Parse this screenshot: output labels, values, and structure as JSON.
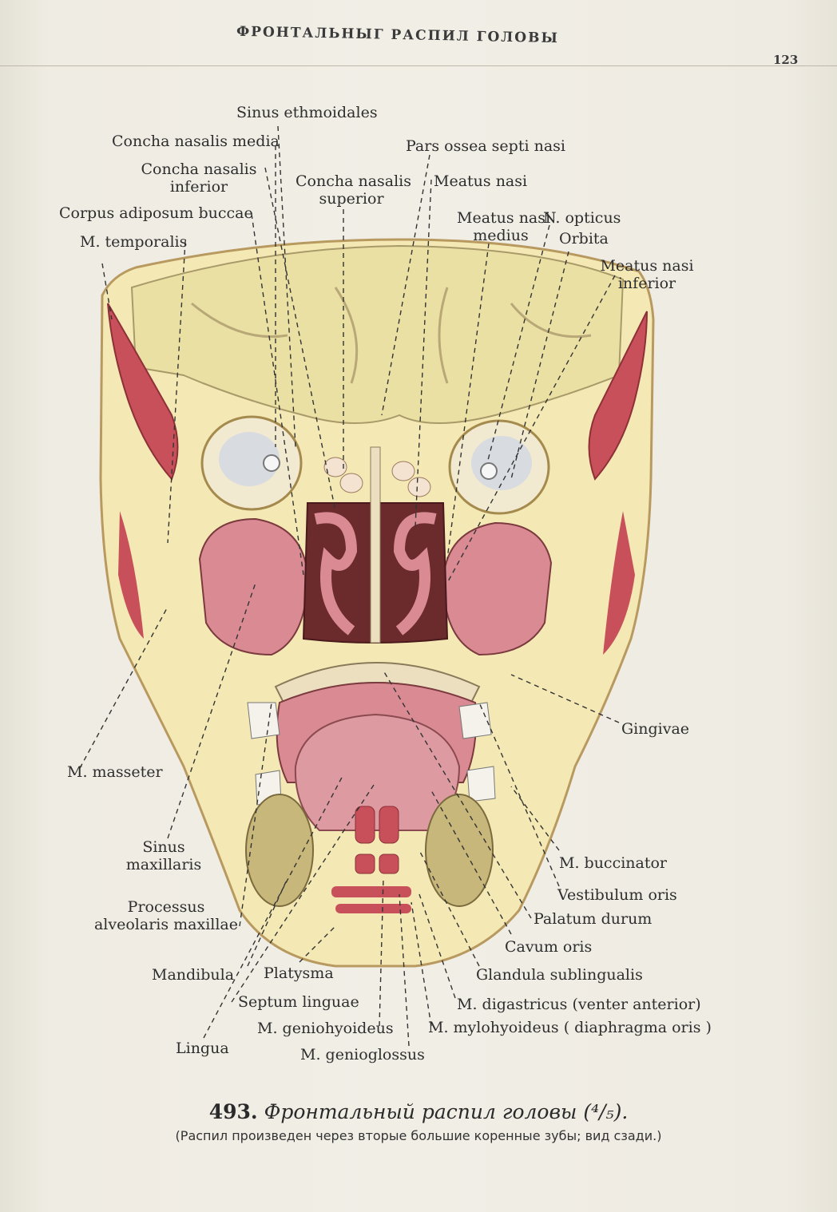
{
  "running_head": "ФРОНТАЛЬНЫГ   РАСПИЛ ГОЛОВЫ",
  "page_number": "123",
  "labels": {
    "sinus_ethmoidales": "Sinus ethmoidales",
    "concha_nasalis_media": "Concha nasalis media",
    "pars_ossea_septi_nasi": "Pars ossea septi nasi",
    "concha_nasalis_inferior_1": "Concha nasalis",
    "concha_nasalis_inferior_2": "inferior",
    "concha_nasalis_superior_1": "Concha nasalis",
    "concha_nasalis_superior_2": "superior",
    "meatus_nasi": "Meatus nasi",
    "corpus_adiposum_buccae": "Corpus adiposum buccae",
    "meatus_nasi_medius_1": "Meatus nasi",
    "meatus_nasi_medius_2": "medius",
    "n_opticus": "N. opticus",
    "orbita": "Orbita",
    "m_temporalis": "M. temporalis",
    "meatus_nasi_inferior_1": "Meatus nasi",
    "meatus_nasi_inferior_2": "inferior",
    "gingivae": "Gingivae",
    "m_masseter": "M. masseter",
    "sinus_maxillaris_1": "Sinus",
    "sinus_maxillaris_2": "maxillaris",
    "m_buccinator": "M. buccinator",
    "vestibulum_oris": "Vestibulum oris",
    "processus_1": "Processus",
    "processus_2": "alveolaris maxillae",
    "palatum_durum": "Palatum durum",
    "cavum_oris": "Cavum oris",
    "mandibula": "Mandibula",
    "platysma": "Platysma",
    "glandula_sublingualis": "Glandula sublingualis",
    "septum_linguae": "Septum linguae",
    "m_digastricus": "M. digastricus (venter anterior)",
    "m_geniohyoideus": "M. geniohyoideus",
    "m_mylohyoideus": "M. mylohyoideus ( diaphragma oris )",
    "lingua": "Lingua",
    "m_genioglossus": "M. genioglossus"
  },
  "caption": {
    "number": "493.",
    "title": "Фронтальный распил головы (⁴/₅).",
    "note": "(Распил произведен через вторые большие коренные зубы; вид сзади.)"
  },
  "colors": {
    "bone": "#efe3a8",
    "fat": "#f3e7a6",
    "muscle": "#c8505a",
    "mucosa": "#d98a92",
    "cavity": "#6b2a2c",
    "brain": "#e9dfa2"
  }
}
